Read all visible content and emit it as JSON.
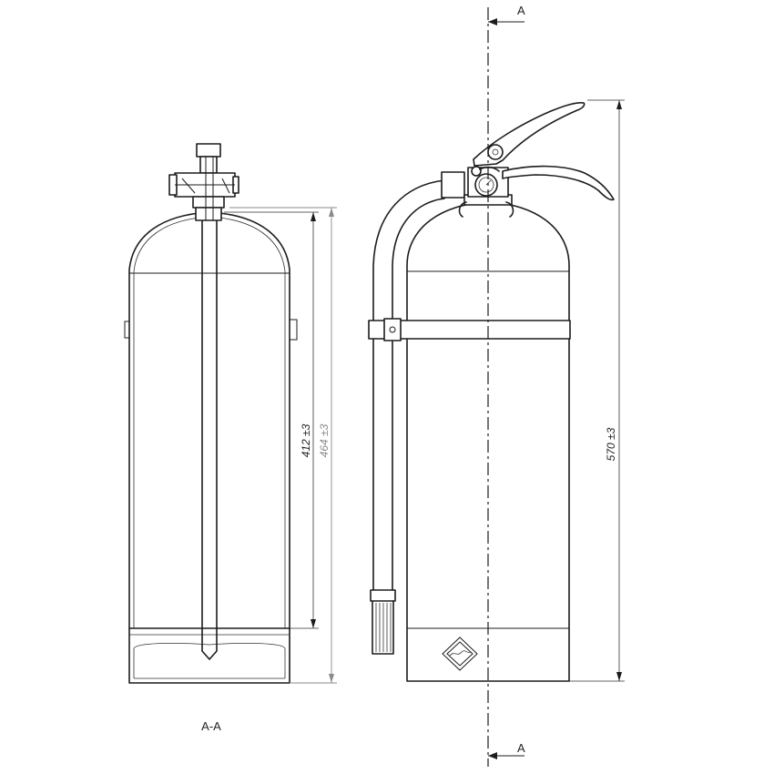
{
  "drawing": {
    "section_label": "A-A",
    "section_marker_top": "A",
    "section_marker_bottom": "A",
    "dimensions": {
      "inner_height": "412 ±3",
      "outer_height": "464 ±3",
      "total_height": "570 ±3"
    }
  },
  "colors": {
    "line": "#1c1c1c",
    "grey_dimension": "#8a8a8a",
    "background": "#ffffff"
  }
}
